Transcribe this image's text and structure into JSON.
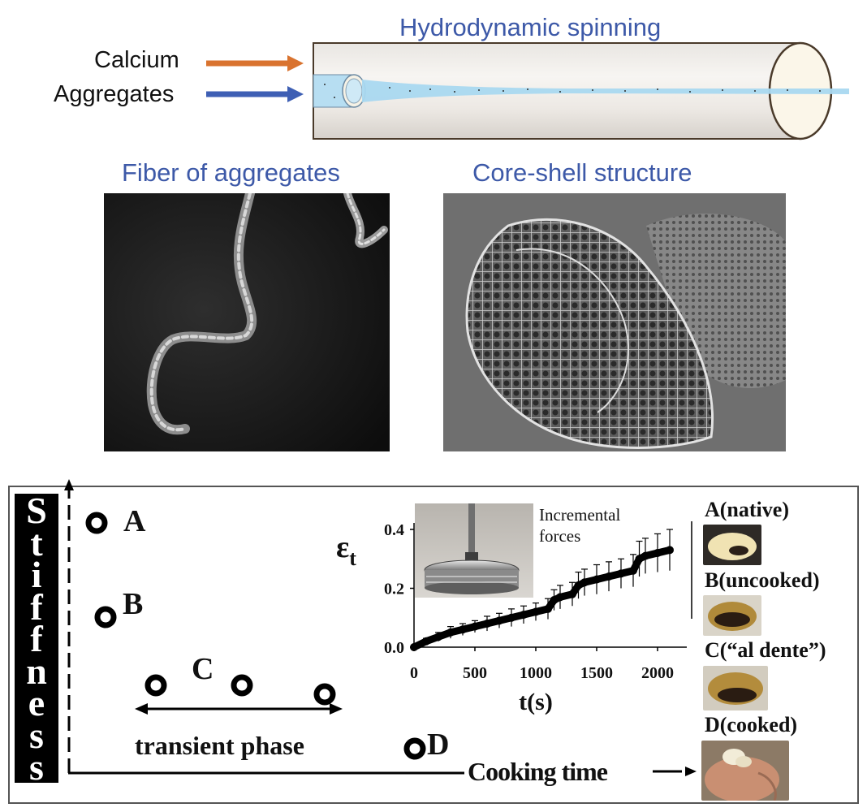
{
  "top": {
    "title": "Hydrodynamic spinning",
    "inlet_calcium": "Calcium",
    "inlet_aggregates": "Aggregates",
    "colors": {
      "calcium_arrow": "#d9732f",
      "aggregates_arrow": "#3e5fb4",
      "title": "#3d59a8",
      "jet": "#a9d8f0"
    }
  },
  "middle": {
    "left_title": "Fiber of aggregates",
    "right_title": "Core-shell structure"
  },
  "bottom": {
    "y_axis_label": "Stiffness",
    "x_axis_label": "Cooking time",
    "points": [
      "A",
      "B",
      "C",
      "D"
    ],
    "transient_label": "transient phase",
    "inset_photo_label_line1": "Incremental",
    "inset_photo_label_line2": "forces",
    "legend": [
      "A(native)",
      "B(uncooked)",
      "C(“al dente”)",
      "D(cooked)"
    ]
  },
  "chart_data": {
    "type": "scatter",
    "xlabel": "t(s)",
    "ylabel": "εt",
    "xlim": [
      0,
      2200
    ],
    "ylim": [
      0,
      0.4
    ],
    "xticks": [
      0,
      500,
      1000,
      1500,
      2000
    ],
    "yticks": [
      "0.0",
      "0.2",
      "0.4"
    ],
    "series": [
      {
        "x": [
          0,
          100,
          200,
          300,
          400,
          500,
          600,
          700,
          800,
          900,
          1000,
          1100,
          1150,
          1200,
          1300,
          1350,
          1400,
          1500,
          1600,
          1700,
          1800,
          1850,
          1900,
          2000,
          2100
        ],
        "y": [
          0.0,
          0.02,
          0.035,
          0.05,
          0.06,
          0.07,
          0.08,
          0.09,
          0.1,
          0.11,
          0.12,
          0.13,
          0.16,
          0.17,
          0.18,
          0.21,
          0.22,
          0.23,
          0.24,
          0.25,
          0.26,
          0.3,
          0.31,
          0.32,
          0.33
        ],
        "error": [
          0.005,
          0.01,
          0.015,
          0.02,
          0.02,
          0.02,
          0.025,
          0.025,
          0.03,
          0.03,
          0.03,
          0.035,
          0.035,
          0.04,
          0.04,
          0.045,
          0.045,
          0.05,
          0.05,
          0.05,
          0.055,
          0.06,
          0.06,
          0.065,
          0.07
        ]
      }
    ]
  }
}
